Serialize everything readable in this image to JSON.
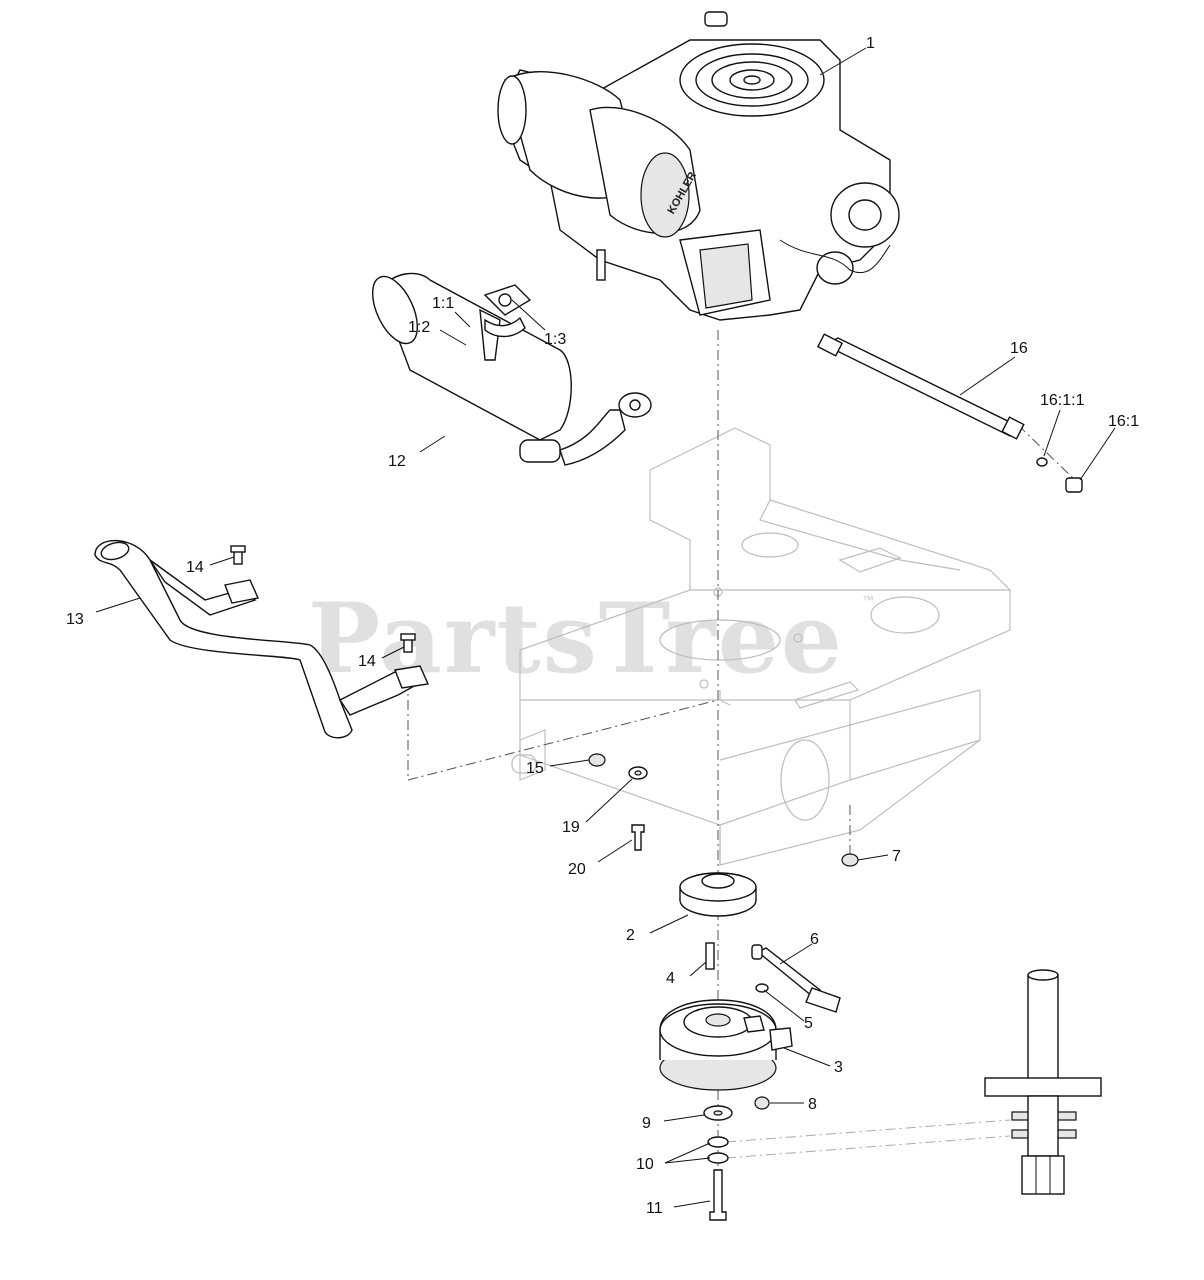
{
  "watermark": {
    "text": "PartsTree",
    "trademark": "™"
  },
  "engine_brand": "KOHLER",
  "callouts": [
    {
      "key": "engine",
      "text": "1"
    },
    {
      "key": "nut",
      "text": "1:1"
    },
    {
      "key": "washer",
      "text": "1:2"
    },
    {
      "key": "gasket",
      "text": "1:3"
    },
    {
      "key": "pulley",
      "text": "2"
    },
    {
      "key": "clutch",
      "text": "3"
    },
    {
      "key": "key",
      "text": "4"
    },
    {
      "key": "spacer",
      "text": "5"
    },
    {
      "key": "anti-rotation-bracket",
      "text": "6"
    },
    {
      "key": "frame-nut",
      "text": "7"
    },
    {
      "key": "clutch-nut",
      "text": "8"
    },
    {
      "key": "flat-washer",
      "text": "9"
    },
    {
      "key": "bellevile-washers",
      "text": "10"
    },
    {
      "key": "clutch-bolt",
      "text": "11"
    },
    {
      "key": "muffler",
      "text": "12"
    },
    {
      "key": "bumper-bar",
      "text": "13"
    },
    {
      "key": "bolt-a",
      "text": "14"
    },
    {
      "key": "bolt-b",
      "text": "14"
    },
    {
      "key": "bushing",
      "text": "15"
    },
    {
      "key": "oil-drain-hose",
      "text": "16"
    },
    {
      "key": "hose-fitting",
      "text": "16:1"
    },
    {
      "key": "hose-clamp",
      "text": "16:1:1"
    },
    {
      "key": "washer-19",
      "text": "19"
    },
    {
      "key": "pin-20",
      "text": "20"
    }
  ]
}
